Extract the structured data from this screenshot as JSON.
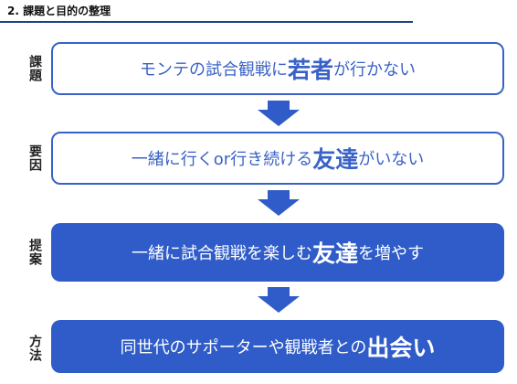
{
  "header": {
    "title": "2.  課題と目的の整理"
  },
  "steps": [
    {
      "label": "課題",
      "pre": "モンテの試合観戦に",
      "emphasis": "若者",
      "post": "が行かない"
    },
    {
      "label": "要因",
      "pre": "一緒に行くor行き続ける",
      "emphasis": "友達",
      "post": "がいない"
    },
    {
      "label": "提案",
      "pre": "一緒に試合観戦を楽しむ",
      "emphasis": "友達",
      "post": "を増やす"
    },
    {
      "label": "方法",
      "pre": "同世代のサポーターや観戦者との",
      "emphasis": "出会い",
      "post": ""
    }
  ],
  "colors": {
    "outline_box": "#3a62c6",
    "filled_box": "#2f5cc8",
    "arrow": "#2f5cc8",
    "header_rule": "#1f3f8f"
  }
}
